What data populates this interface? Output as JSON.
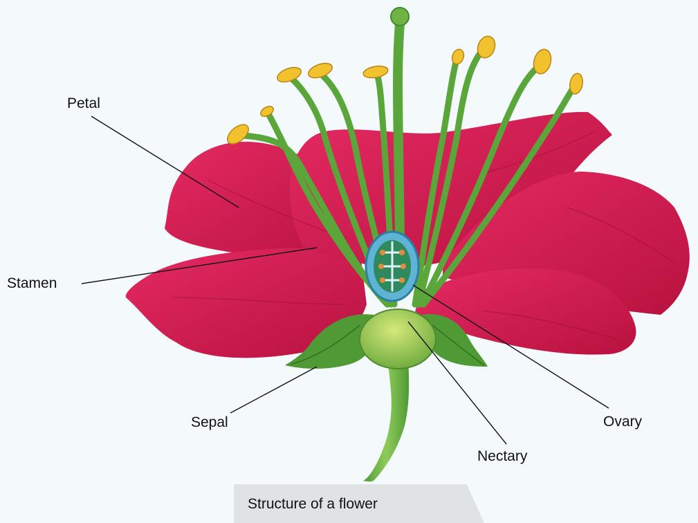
{
  "labels": {
    "petal": "Petal",
    "stamen": "Stamen",
    "sepal": "Sepal",
    "nectary": "Nectary",
    "ovary": "Ovary"
  },
  "caption": "Structure of a flower",
  "colors": {
    "background": "#f4f9fc",
    "petal": "#d21c52",
    "petal_dark": "#a3103c",
    "stem": "#6fb344",
    "stem_dark": "#3f8a2e",
    "anther": "#f2c12e",
    "ovary_wall": "#5fb4d6",
    "ovule": "#e38d3a",
    "caption_bg": "#dfe3e3"
  }
}
